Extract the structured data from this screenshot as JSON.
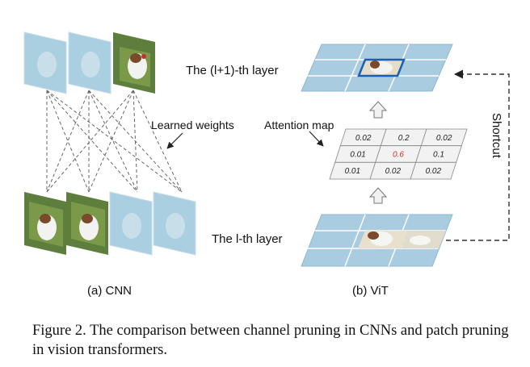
{
  "figure": {
    "labels": {
      "layer_top": "The (l+1)-th layer",
      "layer_bottom": "The l-th layer",
      "learned_weights": "Learned weights",
      "attention_map": "Attention map",
      "shortcut": "Shortcut",
      "cnn_sub": "(a) CNN",
      "vit_sub": "(b) ViT"
    },
    "attention_values": [
      [
        "0.02",
        "0.2",
        "0.02"
      ],
      [
        "0.01",
        "0.6",
        "0.1"
      ],
      [
        "0.01",
        "0.02",
        "0.02"
      ]
    ],
    "highlight_value_color": "#d0302b",
    "highlight_box_color": "#1a5fb4",
    "tile_color": "#a9cce0",
    "caption": "Figure 2. The comparison between channel pruning in CNNs and patch pruning in vision transformers."
  }
}
